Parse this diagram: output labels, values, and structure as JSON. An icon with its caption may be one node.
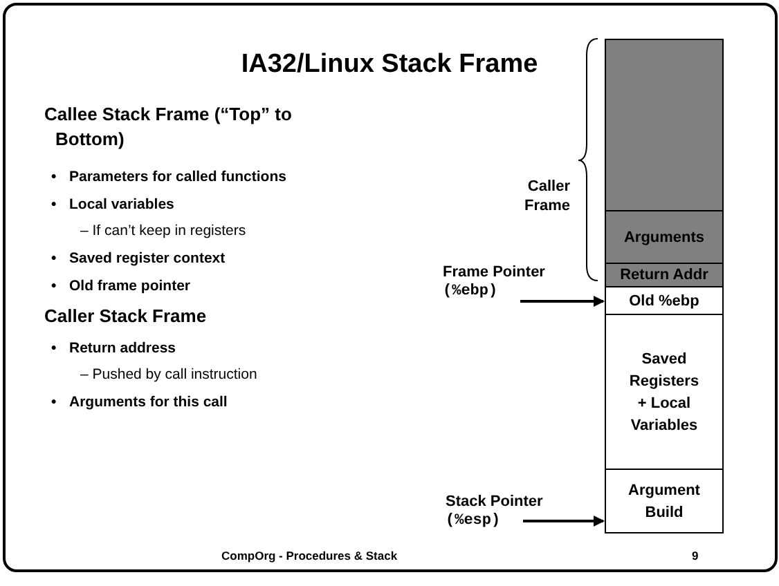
{
  "diagram": {
    "title": "IA32/Linux Stack Frame",
    "nodes": [
      {
        "text": [],
        "shape": "box"
      },
      {
        "text": [
          "Arguments"
        ]
      },
      {
        "text": [
          "Return Addr"
        ]
      },
      {
        "text": [
          "Old %ebp"
        ]
      },
      {
        "text": [
          "Saved Registers + Local Variables"
        ]
      },
      {
        "text": [
          "Argument Build"
        ]
      },
      {
        "text": [
          "Frame Pointer",
          "(%ebp)"
        ]
      },
      {
        "text": [
          "Stack Pointer",
          "(%esp)"
        ]
      }
    ],
    "edges": [
      {
        "from": 6,
        "to": 3,
        "arrow": "to"
      },
      {
        "from": 7,
        "to": 5,
        "arrow": "to"
      }
    ],
    "labels": [
      "Callee Stack Frame (“Top” to Bottom)",
      "•",
      "Parameters for called functions",
      "•",
      "Local variables",
      "– If can’t keep in registers",
      "•",
      "Saved register context",
      "•",
      "Old frame pointer",
      "Caller Stack Frame",
      "•",
      "Return address",
      "– Pushed by call instruction",
      "•",
      "Arguments for this call",
      "Caller Frame",
      "CompOrg - Procedures & Stack",
      "9"
    ]
  }
}
